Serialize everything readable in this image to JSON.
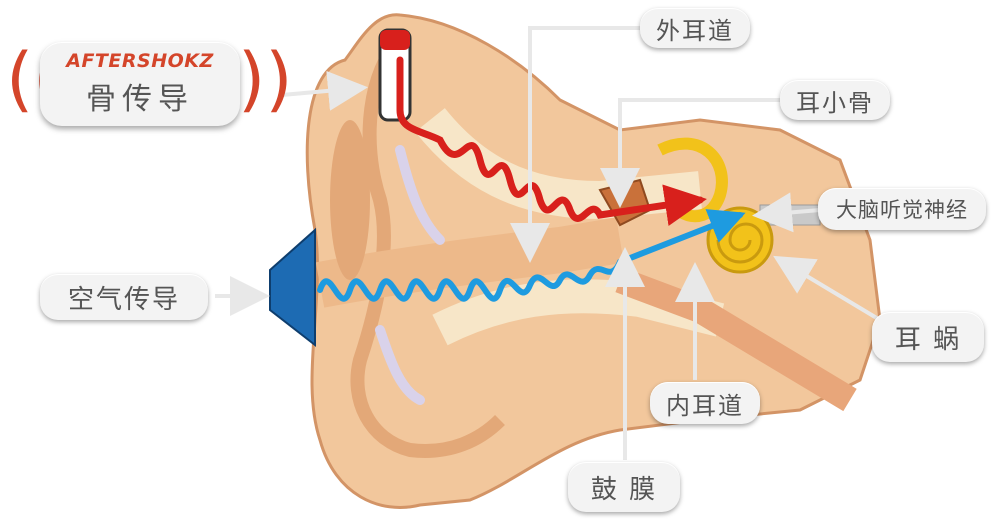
{
  "brand": {
    "logo": "AFTERSHOKZ",
    "bone_conduction": "骨传导"
  },
  "labels": {
    "outer_ear_canal": "外耳道",
    "ossicles": "耳小骨",
    "auditory_nerve": "大脑听觉神经",
    "cochlea": "耳 蜗",
    "inner_ear_canal": "内耳道",
    "eardrum": "鼓 膜",
    "air_conduction": "空气传导"
  },
  "colors": {
    "bone_wave": "#d8201c",
    "air_wave": "#1e9be0",
    "skin": "#f2c79c",
    "skin_dark": "#e3a878",
    "cochlea": "#f2c21a",
    "headphone": "#1d6bb3"
  },
  "icons": [
    "bone-conduction-headphone-icon",
    "air-speaker-icon",
    "sound-wave-icon"
  ]
}
